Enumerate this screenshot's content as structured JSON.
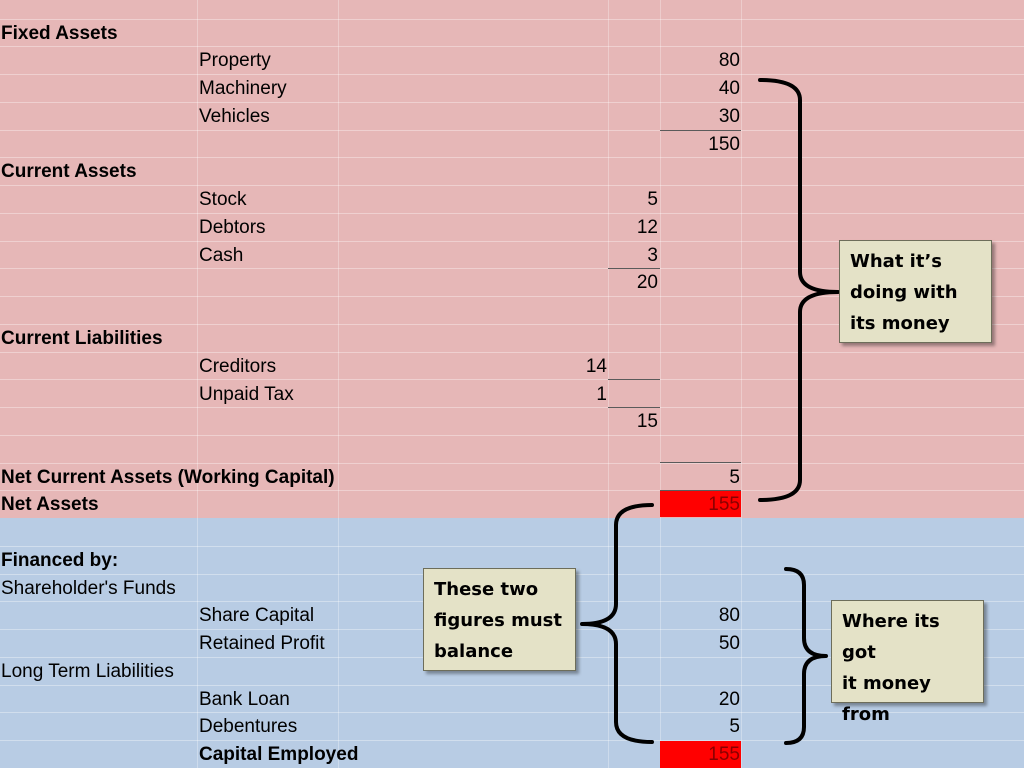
{
  "balance_sheet": {
    "fixed_assets": {
      "heading": "Fixed Assets",
      "items": [
        {
          "label": "Property",
          "value": "80"
        },
        {
          "label": "Machinery",
          "value": "40"
        },
        {
          "label": "Vehicles",
          "value": "30"
        }
      ],
      "total": "150"
    },
    "current_assets": {
      "heading": "Current Assets",
      "items": [
        {
          "label": "Stock",
          "value": "5"
        },
        {
          "label": "Debtors",
          "value": "12"
        },
        {
          "label": "Cash",
          "value": "3"
        }
      ],
      "total": "20"
    },
    "current_liabilities": {
      "heading": "Current Liabilities",
      "items": [
        {
          "label": "Creditors",
          "value": "14"
        },
        {
          "label": "Unpaid Tax",
          "value": "1"
        }
      ],
      "total": "15"
    },
    "net_current_assets": {
      "label": "Net Current Assets (Working Capital)",
      "value": "5"
    },
    "net_assets": {
      "label": "Net Assets",
      "value": "155"
    },
    "financed_by": {
      "heading": "Financed by:"
    },
    "shareholders_funds": {
      "heading": "Shareholder's Funds",
      "items": [
        {
          "label": "Share Capital",
          "value": "80"
        },
        {
          "label": "Retained Profit",
          "value": "50"
        }
      ]
    },
    "long_term_liabilities": {
      "heading": "Long Term Liabilities",
      "items": [
        {
          "label": "Bank Loan",
          "value": "20"
        },
        {
          "label": "Debentures",
          "value": "5"
        }
      ]
    },
    "capital_employed": {
      "label": "Capital Employed",
      "value": "155"
    }
  },
  "callouts": {
    "what_doing": [
      "What it’s",
      "doing with",
      "its money"
    ],
    "must_balance": [
      "These two",
      "figures must",
      "balance"
    ],
    "where_got": [
      "Where its got",
      "it money",
      "from"
    ]
  },
  "colors": {
    "top_band": "#e6b7b7",
    "bottom_band": "#b8cce4",
    "highlight": "#ff0000",
    "callout_fill": "#e4e2c7"
  }
}
